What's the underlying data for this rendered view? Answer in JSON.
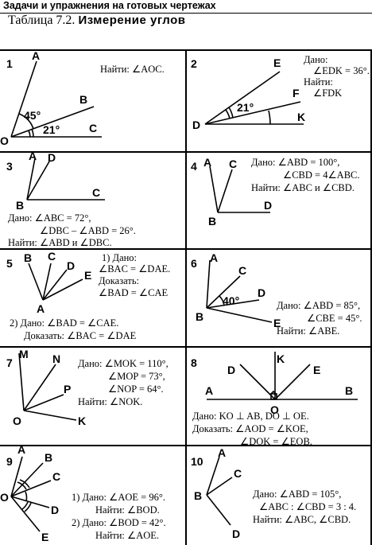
{
  "header": {
    "section": "Задачи и упражнения на готовых чертежах",
    "table_label": "Таблица  7.2.",
    "table_name": "Измерение  углов"
  },
  "cells": [
    {
      "number": "1",
      "lines": [
        "Найти:  ∠AOC."
      ],
      "points": [
        "A",
        "B",
        "C",
        "O"
      ],
      "angles": [
        "45°",
        "21°"
      ]
    },
    {
      "number": "2",
      "lines": [
        "Дано:",
        "∠EDK = 36°.",
        "Найти:",
        "∠FDK"
      ],
      "points": [
        "E",
        "F",
        "K",
        "D"
      ],
      "angles": [
        "21°"
      ]
    },
    {
      "number": "3",
      "lines": [
        "Дано:  ∠ABC = 72°,",
        "∠DBC – ∠ABD = 26°.",
        "Найти:  ∠ABD  и  ∠DBC."
      ],
      "points": [
        "A",
        "D",
        "B",
        "C"
      ]
    },
    {
      "number": "4",
      "lines": [
        "Дано:  ∠ABD = 100°,",
        "∠CBD = 4∠ABC.",
        "Найти:  ∠ABC  и  ∠CBD."
      ],
      "points": [
        "A",
        "C",
        "B",
        "D"
      ]
    },
    {
      "number": "5",
      "lines": [
        "1)  Дано:",
        "∠BAC = ∠DAE.",
        "Доказать:",
        "∠BAD = ∠CAE",
        "2)  Дано:  ∠BAD = ∠CAE.",
        "Доказать:  ∠BAC = ∠DAE"
      ],
      "points": [
        "B",
        "C",
        "D",
        "E",
        "A"
      ]
    },
    {
      "number": "6",
      "lines": [
        "Дано:  ∠ABD = 85°,",
        "∠CBE = 45°.",
        "Найти:  ∠ABE."
      ],
      "points": [
        "A",
        "C",
        "D",
        "E",
        "B"
      ],
      "angles": [
        "40°"
      ]
    },
    {
      "number": "7",
      "lines": [
        "Дано:  ∠MOK = 110°,",
        "∠MOP = 73°,",
        "∠NOP = 64°.",
        "Найти:  ∠NOK."
      ],
      "points": [
        "M",
        "N",
        "P",
        "K",
        "O"
      ]
    },
    {
      "number": "8",
      "lines": [
        "Дано:  KO ⊥ AB,   DO ⊥ OE.",
        "Доказать:   ∠AOD = ∠KOE,",
        "∠DOK = ∠EOB."
      ],
      "points": [
        "D",
        "K",
        "E",
        "A",
        "O",
        "B"
      ]
    },
    {
      "number": "9",
      "lines": [
        "1)  Дано:  ∠AOE = 96°.",
        "Найти:  ∠BOD.",
        "2)  Дано:  ∠BOD = 42°.",
        "Найти:  ∠AOE."
      ],
      "points": [
        "A",
        "B",
        "C",
        "D",
        "E",
        "O"
      ]
    },
    {
      "number": "10",
      "lines": [
        "Дано:  ∠ABD = 105°,",
        "∠ABC : ∠CBD = 3 : 4.",
        "Найти:  ∠ABC,  ∠CBD."
      ],
      "points": [
        "A",
        "C",
        "B",
        "D"
      ]
    }
  ]
}
